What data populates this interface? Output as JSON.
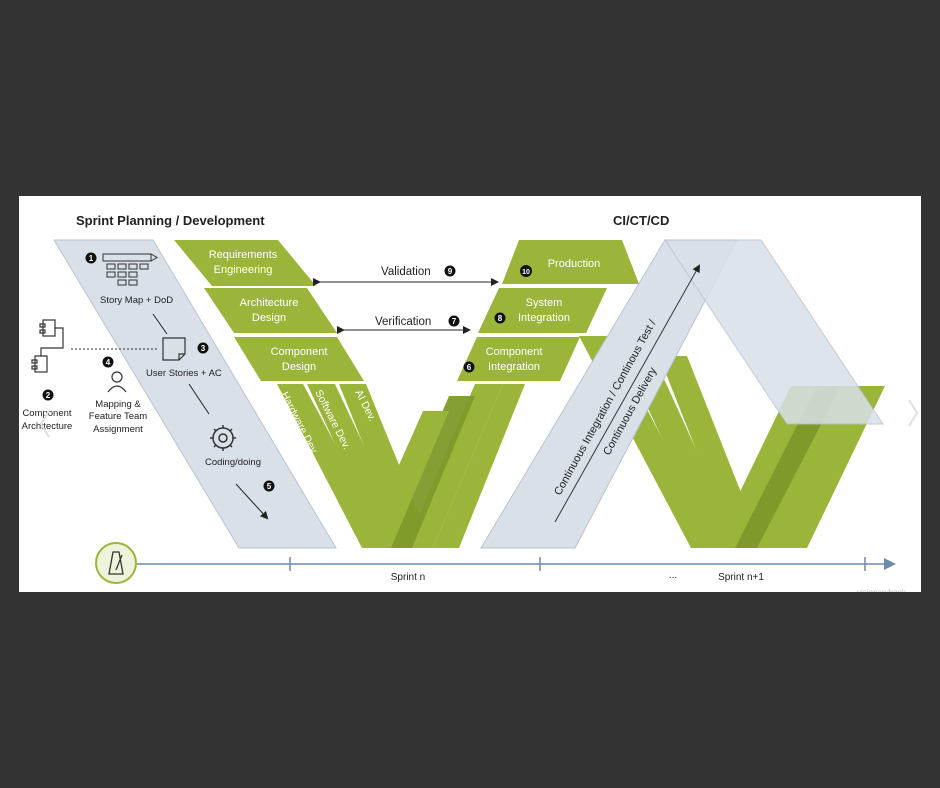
{
  "titles": {
    "left": "Sprint Planning / Development",
    "right": "CI/CT/CD"
  },
  "planning": {
    "step1_num": "1",
    "story_map": "Story Map + DoD",
    "step2_num": "2",
    "component_arch_line1": "Component",
    "component_arch_line2": "Architecture",
    "step3_num": "3",
    "user_stories": "User Stories + AC",
    "step4_num": "4",
    "mapping_line1": "Mapping &",
    "mapping_line2": "Feature Team",
    "mapping_line3": "Assignment",
    "step5_num": "5",
    "coding": "Coding/doing"
  },
  "left_v": {
    "req_line1": "Requirements",
    "req_line2": "Engineering",
    "arch_line1": "Architecture",
    "arch_line2": "Design",
    "comp_line1": "Component",
    "comp_line2": "Design",
    "hw": "Hardware Dev.",
    "sw": "Software Dev.",
    "ai": "AI Dev."
  },
  "right_v": {
    "prod_num": "10",
    "prod": "Production",
    "sys_num": "8",
    "sys_line1": "System",
    "sys_line2": "Integration",
    "comp_num": "6",
    "comp_line1": "Component",
    "comp_line2": "Integration"
  },
  "arrows": {
    "validation": "Validation",
    "validation_num": "9",
    "verification": "Verification",
    "verification_num": "7"
  },
  "ci": {
    "line1": "Continuous Integration / Continous Test /",
    "line2": "Continuous Delivery"
  },
  "timeline": {
    "sprint_n": "Sprint n",
    "dots": "...",
    "sprint_n1": "Sprint n+1",
    "watermark": "visionarybook"
  },
  "colors": {
    "green": "#9bb53a",
    "grey_band": "#d9e0e8",
    "timeline": "#6e8aa8",
    "background": "#333333"
  }
}
